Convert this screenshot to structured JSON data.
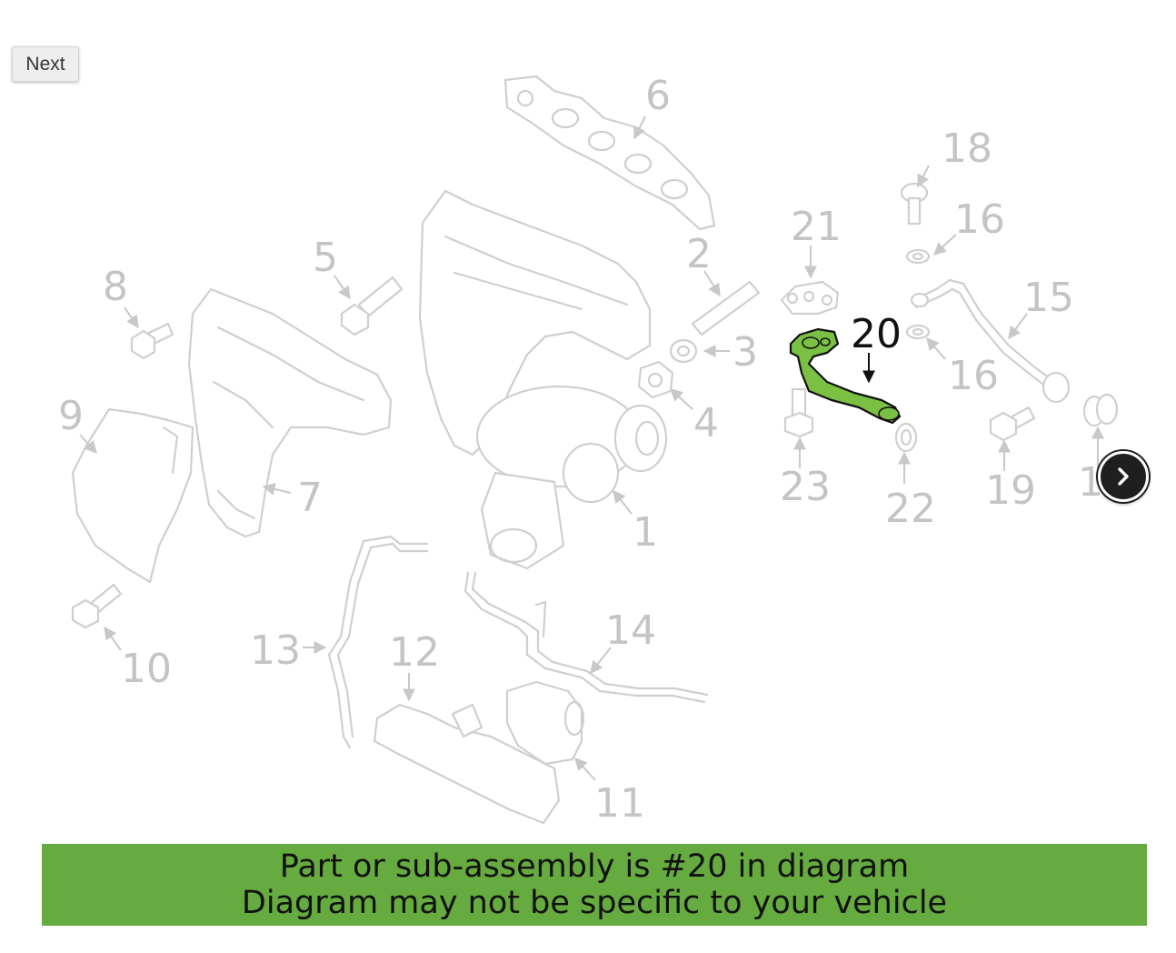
{
  "toolbar": {
    "next_label": "Next"
  },
  "diagram": {
    "highlighted_part": "20",
    "highlight_color": "#79c043",
    "labels": {
      "p1": "1",
      "p2": "2",
      "p3": "3",
      "p4": "4",
      "p5": "5",
      "p6": "6",
      "p7": "7",
      "p8": "8",
      "p9": "9",
      "p10": "10",
      "p11": "11",
      "p12": "12",
      "p13": "13",
      "p14": "14",
      "p15": "15",
      "p16a": "16",
      "p16b": "16",
      "p17": "1",
      "p18": "18",
      "p19": "19",
      "p20": "20",
      "p21": "21",
      "p22": "22",
      "p23": "23"
    },
    "next_image_icon": "chevron-right-icon"
  },
  "banner": {
    "line1": "Part or sub-assembly is #20 in diagram",
    "line2": "Diagram may not be specific to your vehicle",
    "color": "#66ab3f"
  }
}
